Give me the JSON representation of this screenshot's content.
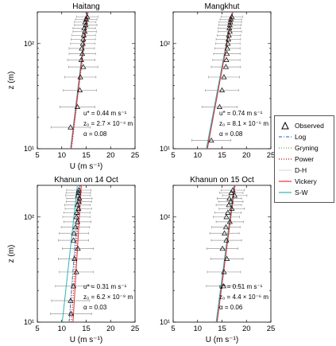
{
  "chart_data": [
    {
      "type": "line",
      "title": "Haitang",
      "xlabel": "U (m s⁻¹)",
      "ylabel": "z (m)",
      "xlim": [
        5,
        25
      ],
      "ylim": [
        10,
        200
      ],
      "yscale": "log",
      "xticks": [
        5,
        10,
        15,
        20,
        25
      ],
      "yticks": [
        {
          "value": 10,
          "label": "10¹"
        },
        {
          "value": 100,
          "label": "10²"
        }
      ],
      "observed": {
        "z": [
          180,
          170,
          160,
          150,
          140,
          130,
          120,
          110,
          100,
          90,
          80,
          70,
          60,
          48,
          36,
          25,
          16
        ],
        "u": [
          15.2,
          15.0,
          14.8,
          14.9,
          14.6,
          14.7,
          14.5,
          14.4,
          14.3,
          14.1,
          14.2,
          14.0,
          14.4,
          13.8,
          13.7,
          13.2,
          11.8
        ],
        "err": [
          2.2,
          2.2,
          2.2,
          2.3,
          2.3,
          2.4,
          2.4,
          2.5,
          2.5,
          2.6,
          2.7,
          2.8,
          3.0,
          3.2,
          3.4,
          3.6,
          4.0
        ]
      },
      "fits": {
        "z_top": 200,
        "z_bottom": 10,
        "u_top": {
          "log": 15.3,
          "gryning": 15.2,
          "power": 15.4,
          "dh": 15.3,
          "vickery": 15.3,
          "sw": 15.2
        },
        "u_bottom": {
          "log": 11.9,
          "gryning": 11.9,
          "power": 12.0,
          "dh": 11.9,
          "vickery": 11.9,
          "sw": 11.8
        }
      },
      "annotations": [
        "u* = 0.44 m s⁻¹",
        "z₀ = 2.7 × 10⁻⁴ m",
        "α = 0.08"
      ]
    },
    {
      "type": "line",
      "title": "Mangkhut",
      "xlabel": "",
      "ylabel": "",
      "xlim": [
        5,
        25
      ],
      "ylim": [
        10,
        200
      ],
      "yscale": "log",
      "xticks": [
        5,
        10,
        15,
        20,
        25
      ],
      "yticks": [
        {
          "value": 10,
          "label": "10¹"
        },
        {
          "value": 100,
          "label": "10²"
        }
      ],
      "observed": {
        "z": [
          180,
          170,
          160,
          150,
          140,
          130,
          120,
          110,
          100,
          90,
          80,
          70,
          60,
          48,
          36,
          25,
          12
        ],
        "u": [
          17.0,
          16.8,
          16.7,
          16.6,
          16.5,
          16.6,
          16.4,
          16.3,
          16.2,
          16.1,
          16.0,
          15.9,
          15.8,
          15.4,
          15.0,
          14.5,
          12.8
        ],
        "err": [
          2.2,
          2.2,
          2.3,
          2.3,
          2.3,
          2.4,
          2.4,
          2.5,
          2.5,
          2.6,
          2.7,
          2.8,
          3.0,
          3.2,
          3.4,
          3.6,
          4.0
        ]
      },
      "fits": {
        "z_top": 200,
        "z_bottom": 10,
        "u_top": {
          "log": 17.2,
          "gryning": 17.1,
          "power": 17.2,
          "dh": 17.2,
          "vickery": 17.2,
          "sw": 17.1
        },
        "u_bottom": {
          "log": 11.9,
          "gryning": 11.9,
          "power": 12.0,
          "dh": 11.9,
          "vickery": 12.0,
          "sw": 11.8
        }
      },
      "annotations": [
        "u* = 0.74 m s⁻¹",
        "z₀ = 8.1 × 10⁻⁵ m",
        "α = 0.08"
      ]
    },
    {
      "type": "line",
      "title": "Khanun on 14 Oct",
      "xlabel": "U (m s⁻¹)",
      "ylabel": "z (m)",
      "xlim": [
        5,
        25
      ],
      "ylim": [
        10,
        200
      ],
      "yscale": "log",
      "xticks": [
        5,
        10,
        15,
        20,
        25
      ],
      "yticks": [
        {
          "value": 10,
          "label": "10¹"
        },
        {
          "value": 100,
          "label": "10²"
        }
      ],
      "observed": {
        "z": [
          180,
          170,
          160,
          150,
          140,
          130,
          120,
          110,
          100,
          90,
          80,
          70,
          60,
          50,
          40,
          30,
          22,
          16,
          12
        ],
        "u": [
          13.5,
          13.4,
          13.3,
          13.6,
          13.5,
          13.2,
          13.4,
          13.1,
          13.0,
          13.2,
          12.8,
          12.5,
          12.4,
          13.3,
          12.6,
          13.0,
          12.4,
          11.8,
          11.9
        ],
        "err": [
          2.5,
          2.5,
          2.5,
          2.6,
          2.6,
          2.6,
          2.7,
          2.7,
          2.8,
          2.8,
          2.9,
          3.0,
          3.1,
          3.2,
          3.3,
          3.5,
          3.7,
          3.9,
          4.2
        ]
      },
      "fits": {
        "z_top": 200,
        "z_bottom": 10,
        "u_top": {
          "log": 13.6,
          "gryning": 13.7,
          "power": 13.8,
          "dh": 13.6,
          "vickery": 14.0,
          "sw": 13.2
        },
        "u_bottom": {
          "log": 11.5,
          "gryning": 11.6,
          "power": 12.0,
          "dh": 11.5,
          "vickery": 12.3,
          "sw": 10.1
        }
      },
      "annotations": [
        "u* = 0.31 m s⁻¹",
        "z₀ = 6.2 × 10⁻⁹ m",
        "α = 0.03"
      ]
    },
    {
      "type": "line",
      "title": "Khanun on 15 Oct",
      "xlabel": "U (m s⁻¹)",
      "ylabel": "",
      "xlim": [
        5,
        25
      ],
      "ylim": [
        10,
        200
      ],
      "yscale": "log",
      "xticks": [
        5,
        10,
        15,
        20,
        25
      ],
      "yticks": [
        {
          "value": 10,
          "label": "10¹"
        },
        {
          "value": 100,
          "label": "10²"
        }
      ],
      "observed": {
        "z": [
          180,
          170,
          160,
          150,
          140,
          130,
          120,
          110,
          100,
          90,
          80,
          70,
          60,
          50,
          40,
          30,
          22
        ],
        "u": [
          17.2,
          16.9,
          17.6,
          16.5,
          16.8,
          16.4,
          17.0,
          16.2,
          15.9,
          16.6,
          15.8,
          15.5,
          15.9,
          15.1,
          16.0,
          15.4,
          15.3
        ],
        "err": [
          2.4,
          2.4,
          2.5,
          2.5,
          2.5,
          2.6,
          2.6,
          2.7,
          2.7,
          2.8,
          2.9,
          3.0,
          3.1,
          3.2,
          3.3,
          3.4,
          3.5
        ]
      },
      "fits": {
        "z_top": 200,
        "z_bottom": 10,
        "u_top": {
          "log": 17.6,
          "gryning": 17.5,
          "power": 17.7,
          "dh": 17.6,
          "vickery": 17.6,
          "sw": 17.5
        },
        "u_bottom": {
          "log": 13.9,
          "gryning": 13.9,
          "power": 14.0,
          "dh": 13.9,
          "vickery": 14.0,
          "sw": 13.8
        }
      },
      "annotations": [
        "u* = 0.51 m s⁻¹",
        "z₀ = 4.4 × 10⁻⁶ m",
        "α = 0.06"
      ]
    }
  ],
  "legend": {
    "position": "right",
    "items": [
      {
        "key": "observed",
        "label": "Observed",
        "color": "#000000",
        "style": "triangle"
      },
      {
        "key": "log",
        "label": "Log",
        "color": "#3a7fd5",
        "style": "dashdot"
      },
      {
        "key": "gryning",
        "label": "Gryning",
        "color": "#6aa84f",
        "style": "dotted"
      },
      {
        "key": "power",
        "label": "Power",
        "color": "#c00000",
        "style": "dotted"
      },
      {
        "key": "dh",
        "label": "D-H",
        "color": "#9b59b6",
        "style": "solid-faint"
      },
      {
        "key": "vickery",
        "label": "Vickery",
        "color": "#e8303a",
        "style": "solid"
      },
      {
        "key": "sw",
        "label": "S-W",
        "color": "#2fb5b0",
        "style": "solid"
      }
    ]
  }
}
